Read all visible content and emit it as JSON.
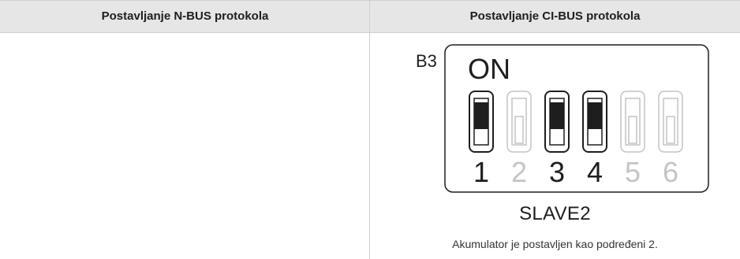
{
  "table": {
    "headers": [
      "Postavljanje N-BUS protokola",
      "Postavljanje CI-BUS protokola"
    ]
  },
  "dip_switch": {
    "block_label": "B3",
    "on_label": "ON",
    "switches": [
      {
        "number": "1",
        "on": true
      },
      {
        "number": "2",
        "on": false
      },
      {
        "number": "3",
        "on": true
      },
      {
        "number": "4",
        "on": true
      },
      {
        "number": "5",
        "on": false
      },
      {
        "number": "6",
        "on": false
      }
    ],
    "active_color": "#1e1e1e",
    "inactive_color": "#c4c4c4"
  },
  "mode_label": "SLAVE2",
  "caption": "Akumulator je postavljen kao podređeni 2."
}
